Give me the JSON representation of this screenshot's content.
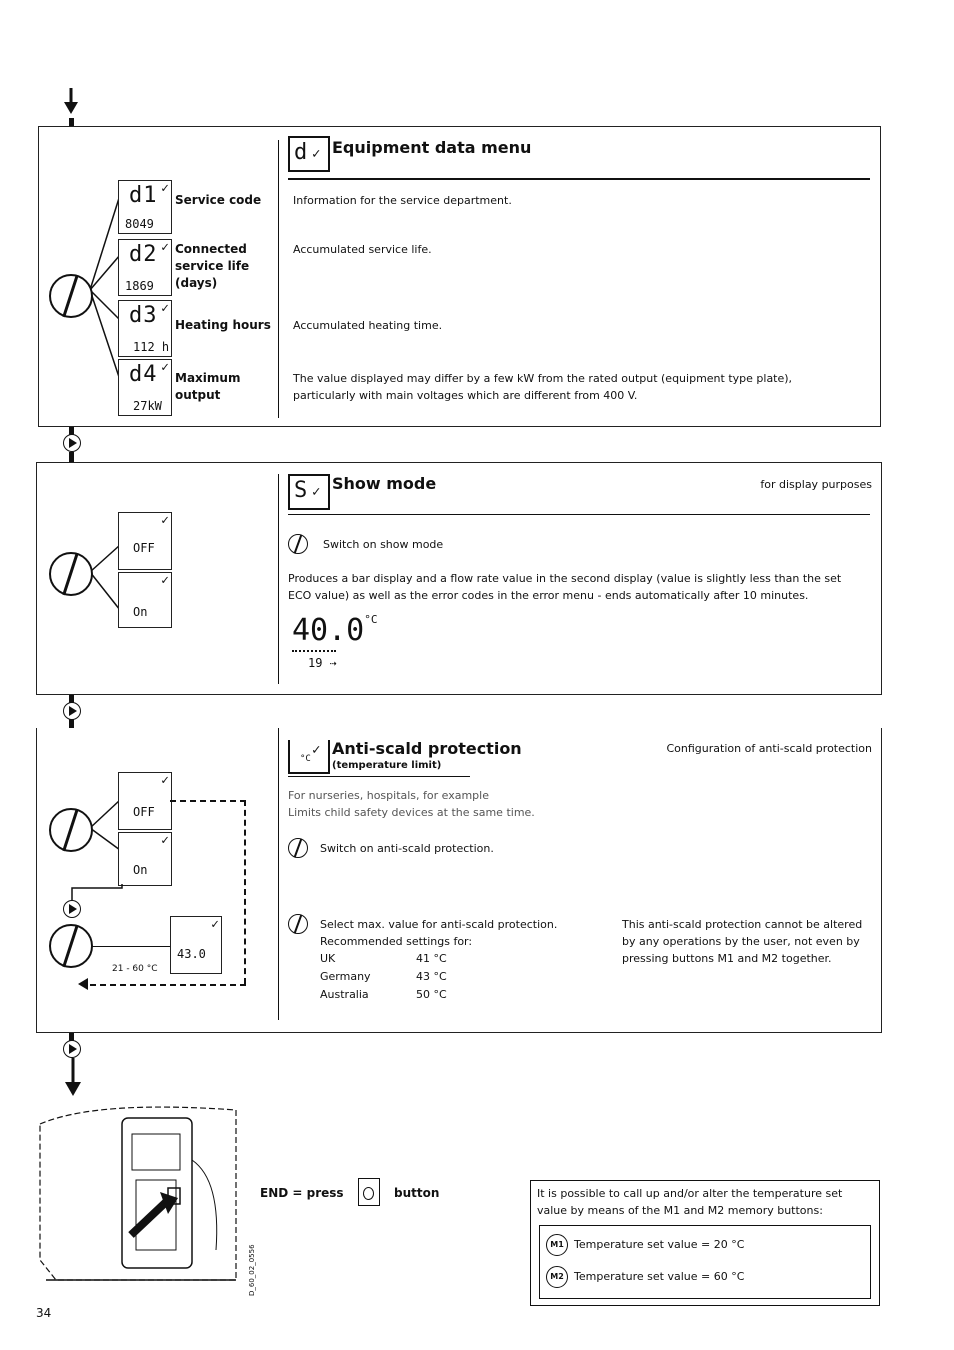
{
  "equipment": {
    "title": "Equipment data menu",
    "icon": "d",
    "rows": [
      {
        "code": "d1",
        "value": "8049",
        "label": "Service code",
        "desc": "Information for the service department."
      },
      {
        "code": "d2",
        "value": "1869",
        "label": "Connected service life (days)",
        "desc": "Accumulated service life."
      },
      {
        "code": "d3",
        "value": "112 h",
        "label": "Heating hours",
        "desc": "Accumulated heating time."
      },
      {
        "code": "d4",
        "value": "27kW",
        "label": "Maximum output",
        "desc": "The value displayed may differ by a few kW from the rated output (equipment type plate), particularly with main voltages which are different from 400 V."
      }
    ]
  },
  "show": {
    "title": "Show mode",
    "icon": "S",
    "right": "for display purposes",
    "step": "Switch on show mode",
    "desc": "Produces a bar display and a flow rate value in the second display (value is slightly less than the set ECO value) as well as the error codes in the error menu - ends automatically after 10 minutes.",
    "lcd_off": "OFF",
    "lcd_on": "On",
    "display_temp": "40.0",
    "display_unit": "°C",
    "display_flow": "19"
  },
  "antiscald": {
    "title": "Anti-scald protection",
    "subtitle": "(temperature limit)",
    "right": "Configuration of anti-scald protection",
    "intro1": "For nurseries, hospitals, for example",
    "intro2": "Limits child safety devices at the same time.",
    "step1": "Switch on anti-scald protection.",
    "step2": "Select max. value for anti-scald protection.",
    "recommend": "Recommended settings for:",
    "settings": [
      {
        "country": "UK",
        "temp": "41 °C"
      },
      {
        "country": "Germany",
        "temp": "43 °C"
      },
      {
        "country": "Australia",
        "temp": "50 °C"
      }
    ],
    "note": "This anti-scald protection cannot be altered by any operations by the user, not even by pressing buttons M1 and M2 together.",
    "lcd_off": "OFF",
    "lcd_on": "On",
    "lcd_temp": "43.0",
    "range": "21 - 60 °C"
  },
  "end": {
    "label": "END = press",
    "button_word": "button",
    "image_code": "D_60_02_0556"
  },
  "memory": {
    "intro": "It is possible to call up and/or alter the temperature set value by means of the M1 and M2 memory buttons:",
    "m1_badge": "M1",
    "m1_text": "Temperature set value = 20 °C",
    "m2_badge": "M2",
    "m2_text": "Temperature set value = 60 °C"
  },
  "page_number": "34"
}
